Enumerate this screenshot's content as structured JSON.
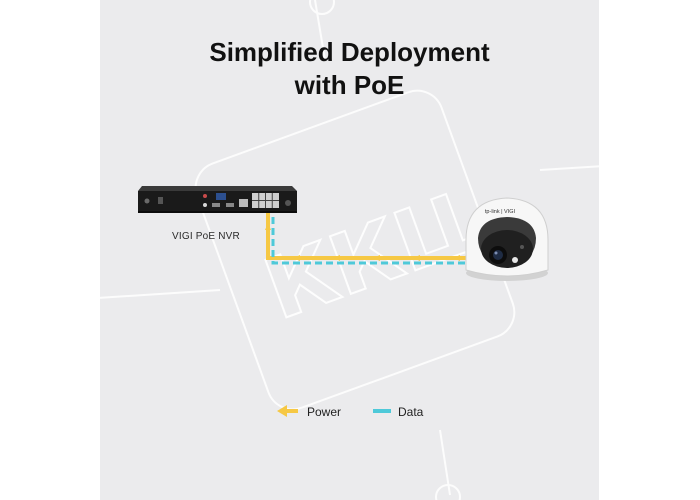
{
  "title": {
    "line1": "Simplified Deployment",
    "line2": "with PoE"
  },
  "devices": {
    "nvr_label": "VIGI PoE NVR",
    "camera_brand": "tp-link | VIGI"
  },
  "watermark": {
    "text": "ККЦ"
  },
  "legend": {
    "power_label": "Power",
    "data_label": "Data"
  },
  "colors": {
    "panel_bg": "#ebebed",
    "power": "#f6c844",
    "data": "#4ec9d9",
    "device_dark": "#1a1a1a"
  }
}
